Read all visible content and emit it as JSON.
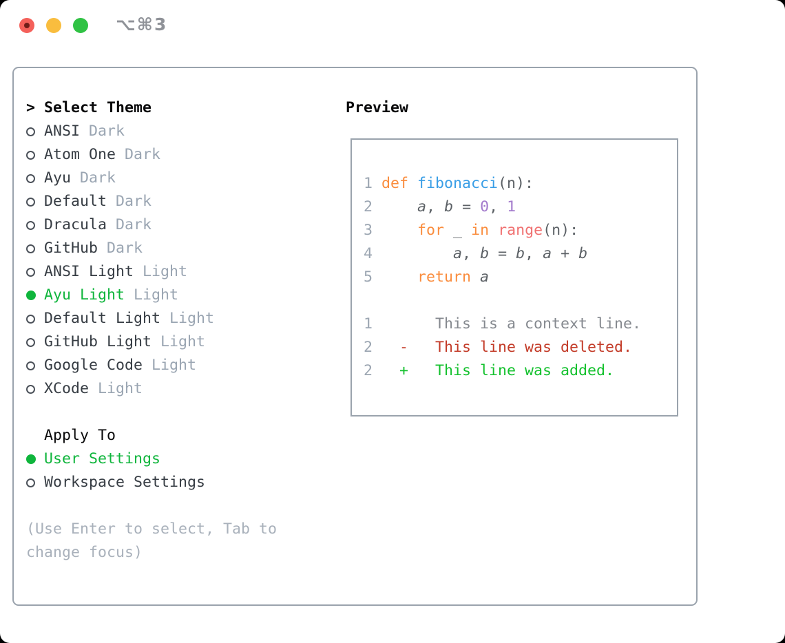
{
  "titlebar": {
    "title": "⌥⌘3"
  },
  "colors": {
    "ui_selected_green": "#0fb53c",
    "palette": {
      "g": "#9ca6b2",
      "kw": "#fa8d3e",
      "fn": "#399ee6",
      "sp": "#f07171",
      "num": "#a37acc",
      "d": "#5c6166",
      "v": "#5c6166",
      "ctx": "#85898f",
      "del": "#c33b28",
      "add": "#14c12e"
    }
  },
  "theme_list": {
    "header": {
      "prompt": ">",
      "title": "Select Theme"
    },
    "items": [
      {
        "name": "ANSI",
        "tag": "Dark",
        "selected": false
      },
      {
        "name": "Atom One",
        "tag": "Dark",
        "selected": false
      },
      {
        "name": "Ayu",
        "tag": "Dark",
        "selected": false
      },
      {
        "name": "Default",
        "tag": "Dark",
        "selected": false
      },
      {
        "name": "Dracula",
        "tag": "Dark",
        "selected": false
      },
      {
        "name": "GitHub",
        "tag": "Dark",
        "selected": false
      },
      {
        "name": "ANSI Light",
        "tag": "Light",
        "selected": false
      },
      {
        "name": "Ayu Light",
        "tag": "Light",
        "selected": true
      },
      {
        "name": "Default Light",
        "tag": "Light",
        "selected": false
      },
      {
        "name": "GitHub Light",
        "tag": "Light",
        "selected": false
      },
      {
        "name": "Google Code",
        "tag": "Light",
        "selected": false
      },
      {
        "name": "XCode",
        "tag": "Light",
        "selected": false
      }
    ]
  },
  "apply_to": {
    "title": "Apply To",
    "options": [
      {
        "name": "User Settings",
        "selected": true
      },
      {
        "name": "Workspace Settings",
        "selected": false
      }
    ]
  },
  "hint": {
    "line1": "(Use Enter to select, Tab to",
    "line2": "change focus)"
  },
  "preview": {
    "title": "Preview",
    "lines": [
      {
        "tokens": [
          {
            "t": "1 ",
            "c": "g"
          },
          {
            "t": "def ",
            "c": "kw"
          },
          {
            "t": "fibonacci",
            "c": "fn"
          },
          {
            "t": "(n):",
            "c": "d"
          }
        ]
      },
      {
        "tokens": [
          {
            "t": "2 ",
            "c": "g"
          },
          {
            "t": "    ",
            "c": "d"
          },
          {
            "t": "a",
            "c": "v"
          },
          {
            "t": ", ",
            "c": "d"
          },
          {
            "t": "b",
            "c": "v"
          },
          {
            "t": " = ",
            "c": "d"
          },
          {
            "t": "0",
            "c": "num"
          },
          {
            "t": ", ",
            "c": "d"
          },
          {
            "t": "1",
            "c": "num"
          }
        ]
      },
      {
        "tokens": [
          {
            "t": "3 ",
            "c": "g"
          },
          {
            "t": "    ",
            "c": "d"
          },
          {
            "t": "for ",
            "c": "kw"
          },
          {
            "t": "_ ",
            "c": "d"
          },
          {
            "t": "in ",
            "c": "kw"
          },
          {
            "t": "range",
            "c": "sp"
          },
          {
            "t": "(n):",
            "c": "d"
          }
        ]
      },
      {
        "tokens": [
          {
            "t": "4 ",
            "c": "g"
          },
          {
            "t": "        ",
            "c": "d"
          },
          {
            "t": "a",
            "c": "v"
          },
          {
            "t": ", ",
            "c": "d"
          },
          {
            "t": "b",
            "c": "v"
          },
          {
            "t": " = ",
            "c": "d"
          },
          {
            "t": "b",
            "c": "v"
          },
          {
            "t": ", ",
            "c": "d"
          },
          {
            "t": "a",
            "c": "v"
          },
          {
            "t": " + ",
            "c": "d"
          },
          {
            "t": "b",
            "c": "v"
          }
        ]
      },
      {
        "tokens": [
          {
            "t": "5 ",
            "c": "g"
          },
          {
            "t": "    ",
            "c": "d"
          },
          {
            "t": "return ",
            "c": "kw"
          },
          {
            "t": "a",
            "c": "v"
          }
        ]
      },
      {
        "tokens": []
      },
      {
        "tokens": [
          {
            "t": "1 ",
            "c": "g"
          },
          {
            "t": "      This is a context line.",
            "c": "ctx"
          }
        ]
      },
      {
        "tokens": [
          {
            "t": "2 ",
            "c": "g"
          },
          {
            "t": "  -   This line was deleted.",
            "c": "del"
          }
        ]
      },
      {
        "tokens": [
          {
            "t": "2 ",
            "c": "g"
          },
          {
            "t": "  +   This line was added.",
            "c": "add"
          }
        ]
      }
    ]
  }
}
